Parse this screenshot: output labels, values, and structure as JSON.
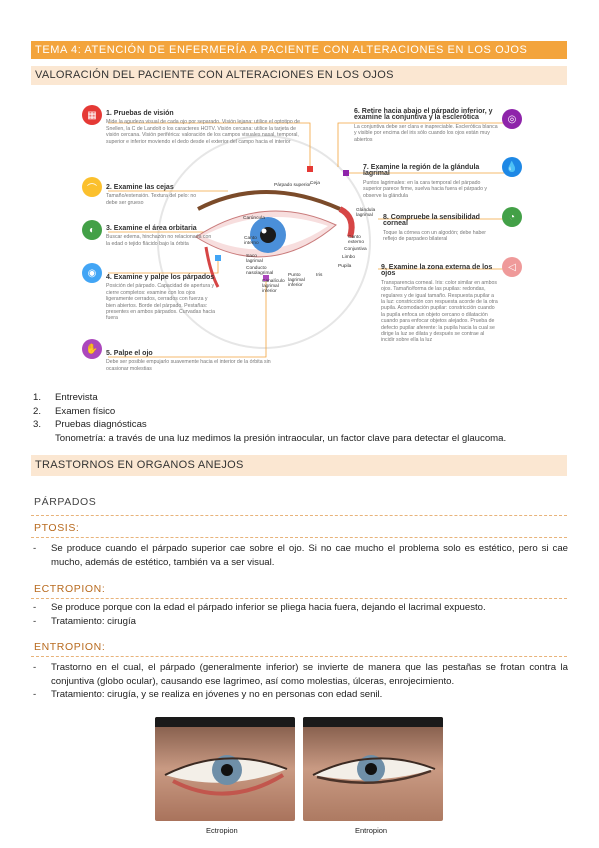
{
  "header": {
    "topic": "TEMA 4: ATENCIÓN DE ENFERMERÍA A PACIENTE CON ALTERACIONES EN LOS OJOS",
    "section1": "VALORACIÓN DEL PACIENTE CON ALTERACIONES EN LOS OJOS"
  },
  "infographic": {
    "steps": [
      {
        "title": "1. Pruebas de visión",
        "text": "Mide la agudeza visual de cada ojo por separado. Visión lejana: utilice el optotipo de Snellen, la C de Landolt o los caracteres HOTV. Visión cercana: utilice la tarjeta de visión cercana. Visión periférica: valoración de los campos visuales nasal, temporal, superior e inferior moviendo el dedo desde el exterior del campo hacia el interior",
        "color": "#e53935",
        "icon": "eye-chart-icon"
      },
      {
        "title": "2. Examine las cejas",
        "text": "Tamaño/extensión. Textura del pelo: no debe ser grueso",
        "color": "#fbc02d",
        "icon": "brow-icon"
      },
      {
        "title": "3. Examine el área orbitaria",
        "text": "Buscar edema, hinchazón no relacionada con la edad o tejido flácido bajo la órbita",
        "color": "#43a047",
        "icon": "orbit-icon"
      },
      {
        "title": "4. Examine y palpe los párpados",
        "text": "Posición del párpado. Capacidad de apertura y cierre completos: examine con los ojos ligeramente cerrados, cerrados con fuerza y bien abiertos. Borde del párpado. Pestañas: presentes en ambos párpados. Curvadas hacia fuera",
        "color": "#42a5f5",
        "icon": "eyelid-icon"
      },
      {
        "title": "5. Palpe el ojo",
        "text": "Debe ser posible empujarlo suavemente hacia el interior de la órbita sin ocasionar molestias",
        "color": "#ab47bc",
        "icon": "palpate-icon"
      },
      {
        "title": "6. Retire hacia abajo el párpado inferior, y examine la conjuntiva y la esclerótica",
        "text": "La conjuntiva debe ser clara e inapreciable. Esclerótica blanca y visible por encima del iris sólo cuando los ojos están muy abiertos",
        "color": "#8e24aa",
        "icon": "sclera-icon"
      },
      {
        "title": "7. Examine la región de la glándula lagrimal",
        "text": "Puntos lagrimales: en la cara temporal del párpado superior parece firme, suelva hacia fuera el párpado y observe la glándula",
        "color": "#1e88e5",
        "icon": "tear-gland-icon"
      },
      {
        "title": "8. Compruebe la sensibilidad corneal",
        "text": "Toque la córnea con un algodón; debe haber reflejo de parpadeo bilateral",
        "color": "#43a047",
        "icon": "cornea-icon"
      },
      {
        "title": "9. Examine la zona externa de los ojos",
        "text": "Transparencia corneal. Iris: color similar en ambos ojos. Tamaño/forma de las pupilas: redondas, regulares y de igual tamaño. Respuesta pupilar a la luz: constricción con respuesta acorde de la otra pupila. Acomodación pupilar: constricción cuando la pupila enfoca un objeto cercano o dilatación cuando para enfocar objetos alejados. Prueba de defecto pupilar aferente: la pupila hacia la cual se dirige la luz se dilata y después se contrae al incidir sobre ella la luz",
        "color": "#ef9a9a",
        "icon": "pupil-icon"
      }
    ],
    "anatomy_labels": [
      "Párpado superior",
      "Ceja",
      "Carúncula",
      "Canto interno",
      "Saco lagrimal",
      "Conducto nasolagrimal",
      "Canalículo lagrimal inferior",
      "Punto lagrimal inferior",
      "Iris",
      "Pupila",
      "Limbo",
      "Conjuntiva",
      "Canto externo",
      "Glándula lagrimal"
    ]
  },
  "list1": [
    {
      "num": "1.",
      "text": "Entrevista"
    },
    {
      "num": "2.",
      "text": "Examen físico"
    },
    {
      "num": "3.",
      "text": "Pruebas diagnósticas"
    }
  ],
  "tonometria": "Tonometría: a través de una luz medimos la presión intraocular, un factor clave para detectar el glaucoma.",
  "section2": "TRASTORNOS EN ORGANOS ANEJOS",
  "parpados": "PÁRPADOS",
  "ptosis": {
    "title": "PTOSIS:",
    "items": [
      "Se produce cuando el párpado superior cae sobre el ojo. Si no cae mucho el problema solo es estético, pero si cae mucho, además de estético, también va a ser visual."
    ]
  },
  "ectropion": {
    "title": "ECTROPION:",
    "items": [
      "Se produce porque con la edad el párpado inferior se pliega hacia fuera, dejando el lacrimal expuesto.",
      "Tratamiento: cirugía"
    ]
  },
  "entropion": {
    "title": "ENTROPION:",
    "items": [
      "Trastorno en el cual, el párpado (generalmente inferior) se invierte de manera que las pestañas se frotan contra la conjuntiva (globo ocular), causando ese lagrimeo, así como molestias, úlceras, enrojecimiento.",
      "Tratamiento: cirugía, y se realiza en jóvenes y no en personas con edad senil."
    ]
  },
  "photos": {
    "left_caption": "Ectropion",
    "right_caption": "Entropion"
  },
  "colors": {
    "accent": "#f3a43c",
    "band": "#fbe7d2",
    "rule": "#e8b37a"
  }
}
